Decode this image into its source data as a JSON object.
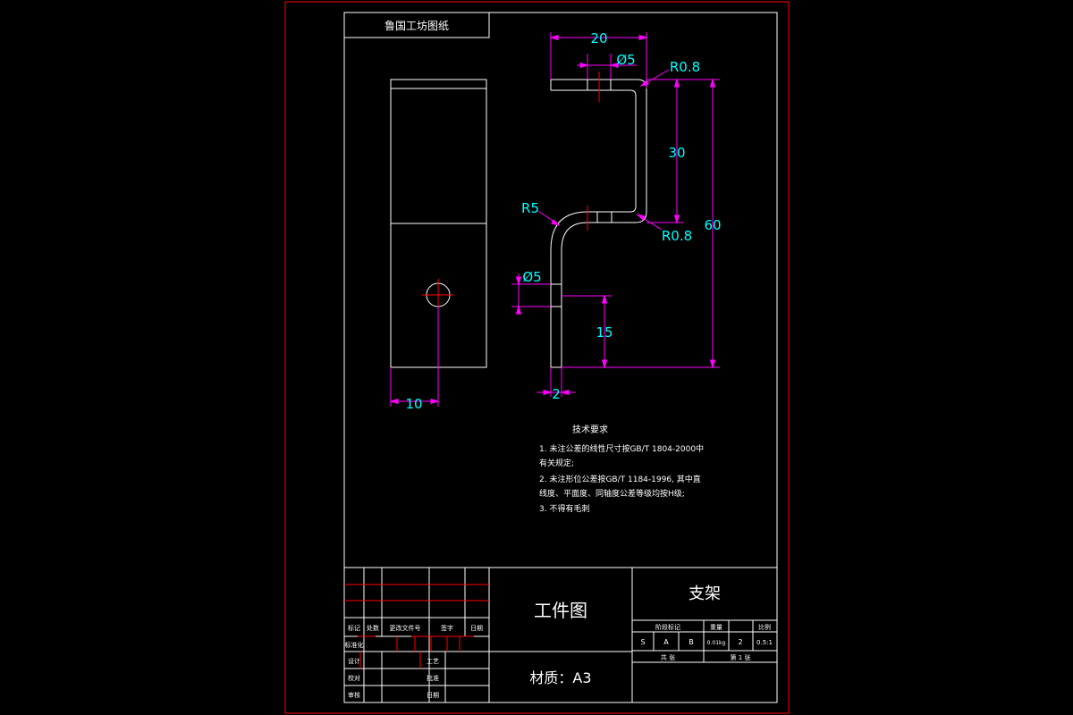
{
  "colors": {
    "background": "#000000",
    "outline": "#ffffff",
    "border": "#ff0000",
    "dimension": "#ff00ff",
    "dim_text": "#00ffff",
    "center_line": "#ff0000"
  },
  "header": {
    "title_box": "鲁国工坊图纸"
  },
  "dimensions": {
    "top_width": "20",
    "hole_top": "Ø5",
    "radius_top": "R0.8",
    "vertical_30": "30",
    "radius_mid": "R0.8",
    "total_60": "60",
    "radius_bend": "R5",
    "hole_lower": "Ø5",
    "height_15": "15",
    "thickness": "2",
    "hole_offset": "10"
  },
  "technical_requirements": {
    "title": "技术要求",
    "lines": [
      "1. 未注公差的线性尺寸按GB/T 1804-2000中",
      "   有关规定;",
      "2. 未注形位公差按GB/T 1184-1996, 其中直",
      "   线度、平面度、同轴度公差等级均按H级;",
      "3. 不得有毛刺"
    ]
  },
  "title_block": {
    "drawing_name": "工件图",
    "material": "材质：A3",
    "part_name": "支架",
    "rev_headers": [
      "标记",
      "处数",
      "更改文件号",
      "签字",
      "日期"
    ],
    "row_labels": {
      "standard": "标准化",
      "design": "设计",
      "check": "校对",
      "audit": "审核",
      "craft": "工艺",
      "approve": "批准",
      "date": "日期"
    },
    "stage_header": "阶段标记",
    "weight_header": "重量",
    "scale_header": "比例",
    "stage_marks": [
      "S",
      "A",
      "B"
    ],
    "weight_value": "0.01kg",
    "scale_value": "2",
    "scale_ratio": "0.5:1",
    "sheets_total": "共  张",
    "sheet_no": "第 1 张"
  }
}
